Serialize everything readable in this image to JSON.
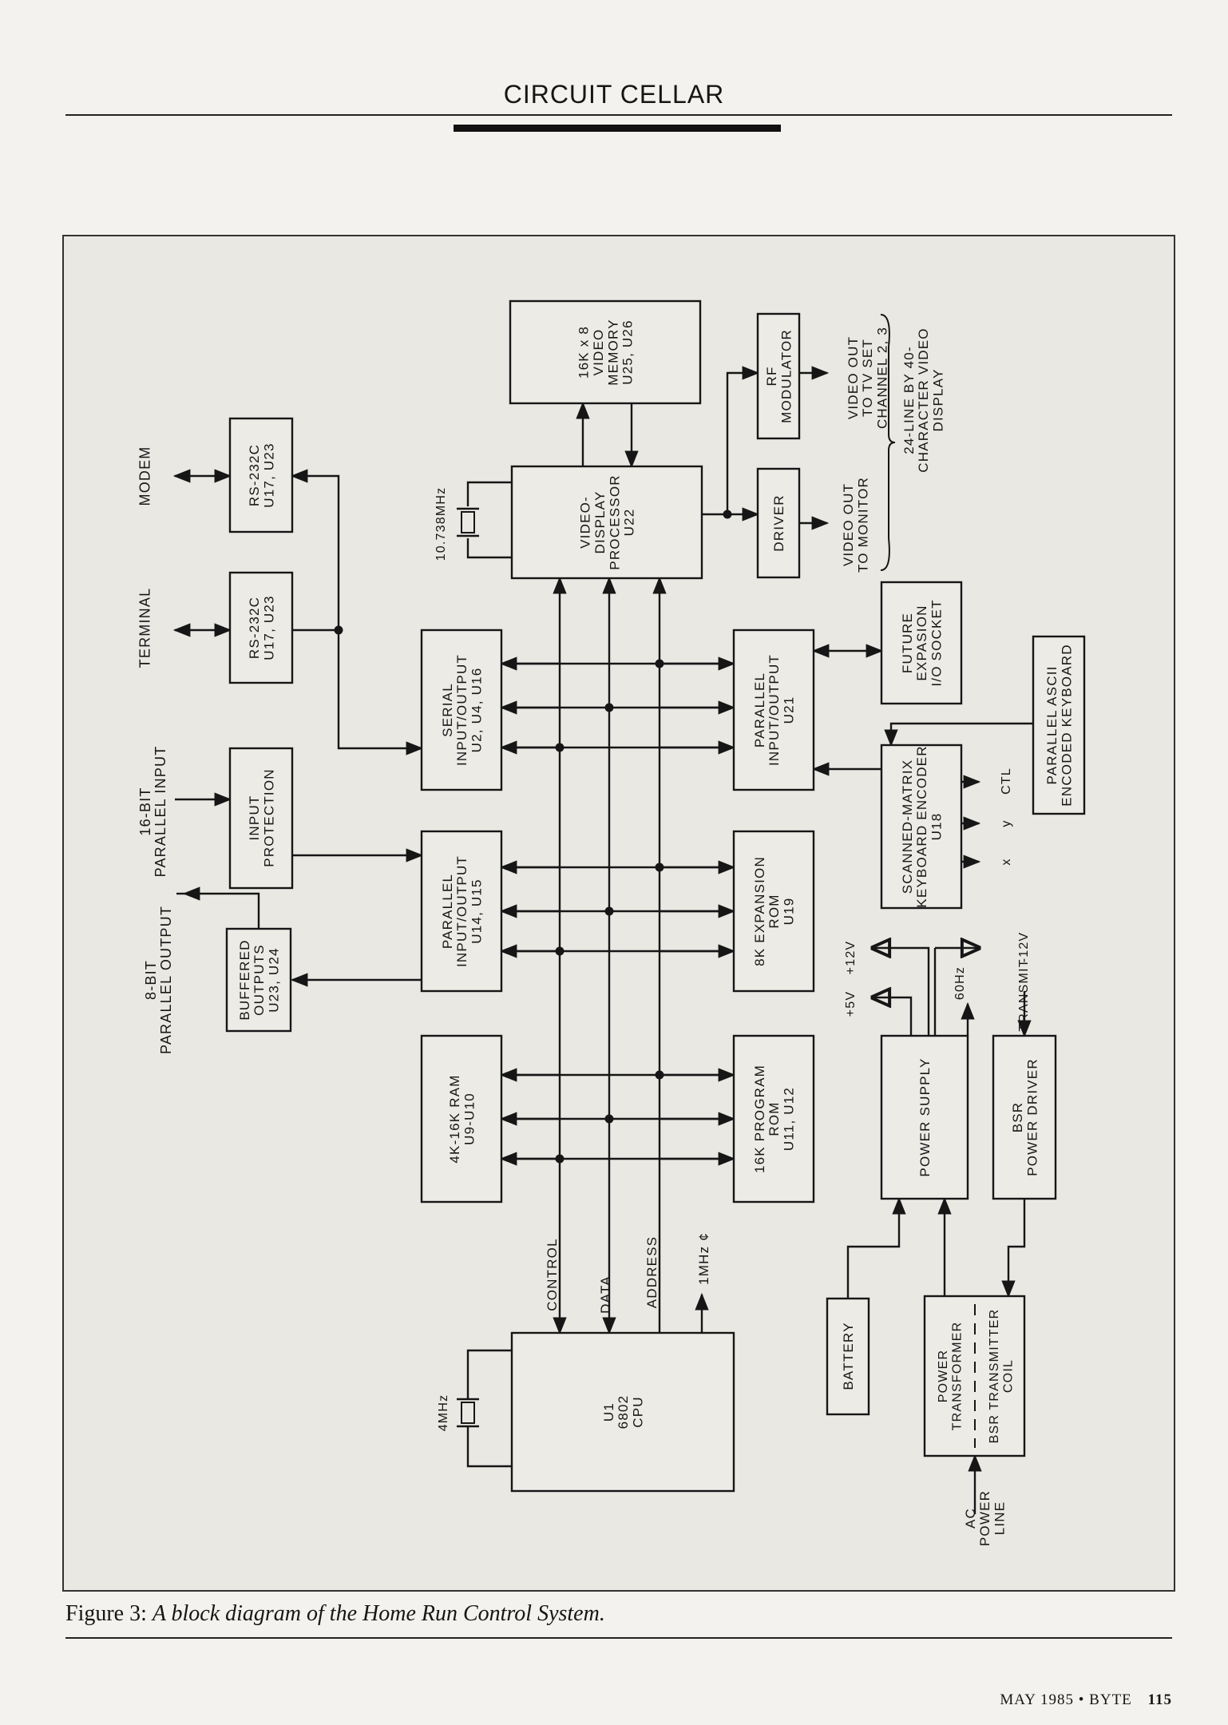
{
  "header": {
    "title": "CIRCUIT CELLAR"
  },
  "caption": {
    "label": "Figure 3:",
    "text": "A block diagram of the Home Run Control System."
  },
  "footer": {
    "date_mag": "MAY 1985 • BYTE",
    "page": "115"
  },
  "diagram": {
    "blocks": [
      {
        "id": "buffered",
        "lines": [
          "BUFFERED",
          "OUTPUTS",
          "U23, U24"
        ]
      },
      {
        "id": "input_prot",
        "lines": [
          "INPUT",
          "PROTECTION"
        ]
      },
      {
        "id": "rs232_term",
        "lines": [
          "RS-232C",
          "U17, U23"
        ]
      },
      {
        "id": "rs232_modem",
        "lines": [
          "RS-232C",
          "U17, U23"
        ]
      },
      {
        "id": "ram",
        "lines": [
          "4K-16K RAM",
          "U9-U10"
        ]
      },
      {
        "id": "pio1",
        "lines": [
          "PARALLEL",
          "INPUT/OUTPUT",
          "U14, U15"
        ]
      },
      {
        "id": "serial",
        "lines": [
          "SERIAL",
          "INPUT/OUTPUT",
          "U2, U4, U16"
        ]
      },
      {
        "id": "vdp",
        "lines": [
          "VIDEO-",
          "DISPLAY",
          "PROCESSOR",
          "U22"
        ]
      },
      {
        "id": "vmem",
        "lines": [
          "16K x 8",
          "VIDEO",
          "MEMORY",
          "U25, U26"
        ]
      },
      {
        "id": "cpu",
        "lines": [
          "U1",
          "6802",
          "CPU"
        ]
      },
      {
        "id": "prog_rom",
        "lines": [
          "16K PROGRAM",
          "ROM",
          "U11, U12"
        ]
      },
      {
        "id": "exp_rom",
        "lines": [
          "8K EXPANSION",
          "ROM",
          "U19"
        ]
      },
      {
        "id": "pio2",
        "lines": [
          "PARALLEL",
          "INPUT/OUTPUT",
          "U21"
        ]
      },
      {
        "id": "driver",
        "lines": [
          "DRIVER"
        ]
      },
      {
        "id": "rfmod",
        "lines": [
          "RF",
          "MODULATOR"
        ]
      },
      {
        "id": "battery",
        "lines": [
          "BATTERY"
        ]
      },
      {
        "id": "psu",
        "lines": [
          "POWER SUPPLY"
        ]
      },
      {
        "id": "bsr_drv",
        "lines": [
          "BSR",
          "POWER DRIVER"
        ]
      },
      {
        "id": "future",
        "lines": [
          "FUTURE",
          "EXPASION",
          "I/O SOCKET"
        ]
      },
      {
        "id": "kbd_enc",
        "lines": [
          "SCANNED-MATRIX",
          "KEYBOARD ENCODER",
          "U18"
        ]
      },
      {
        "id": "ascii_kbd",
        "lines": [
          "PARALLEL ASCII",
          "ENCODED KEYBOARD"
        ]
      },
      {
        "id": "xfmr",
        "lines": [
          "POWER",
          "TRANSFORMER"
        ]
      },
      {
        "id": "bsr_coil",
        "lines": [
          "BSR TRANSMITTER",
          "COIL"
        ]
      }
    ],
    "labels": [
      {
        "id": "par_out",
        "lines": [
          "8-BIT",
          "PARALLEL OUTPUT"
        ]
      },
      {
        "id": "par_in",
        "lines": [
          "16-BIT",
          "PARALLEL INPUT"
        ]
      },
      {
        "id": "terminal",
        "lines": [
          "TERMINAL"
        ]
      },
      {
        "id": "modem",
        "lines": [
          "MODEM"
        ]
      },
      {
        "id": "xtal_vdp",
        "lines": [
          "10.738MHz"
        ]
      },
      {
        "id": "xtal_cpu",
        "lines": [
          "4MHz"
        ]
      },
      {
        "id": "control",
        "lines": [
          "CONTROL"
        ]
      },
      {
        "id": "data",
        "lines": [
          "DATA"
        ]
      },
      {
        "id": "address",
        "lines": [
          "ADDRESS"
        ]
      },
      {
        "id": "clock",
        "lines": [
          "1MHz ¢"
        ]
      },
      {
        "id": "vout_mon",
        "lines": [
          "VIDEO OUT",
          "TO MONITOR"
        ]
      },
      {
        "id": "vout_tv",
        "lines": [
          "VIDEO OUT",
          "TO TV SET",
          "CHANNEL 2, 3"
        ]
      },
      {
        "id": "display",
        "lines": [
          "24-LINE BY 40-",
          "CHARACTER VIDEO",
          "DISPLAY"
        ]
      },
      {
        "id": "p5v",
        "lines": [
          "+5V"
        ]
      },
      {
        "id": "p12v",
        "lines": [
          "+12V"
        ]
      },
      {
        "id": "m12v",
        "lines": [
          "-12V"
        ]
      },
      {
        "id": "hz60",
        "lines": [
          "60Hz"
        ]
      },
      {
        "id": "transmit",
        "lines": [
          "TRANSMIT"
        ]
      },
      {
        "id": "kx",
        "lines": [
          "x"
        ]
      },
      {
        "id": "ky",
        "lines": [
          "y"
        ]
      },
      {
        "id": "kctl",
        "lines": [
          "CTL"
        ]
      },
      {
        "id": "ac",
        "lines": [
          "AC",
          "POWER",
          "LINE"
        ]
      }
    ]
  }
}
